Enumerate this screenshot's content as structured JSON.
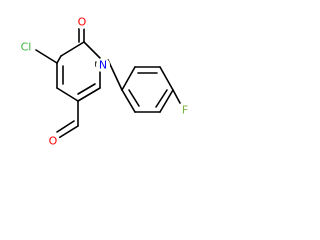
{
  "molecule": {
    "atoms": {
      "cl": {
        "symbol": "Cl",
        "color": "#3cb43c"
      },
      "o_ring": {
        "symbol": "O",
        "color": "#ff0000"
      },
      "n": {
        "symbol": "N",
        "color": "#0000ff"
      },
      "f": {
        "symbol": "F",
        "color": "#7cb342"
      },
      "o_ald": {
        "symbol": "O",
        "color": "#ff0000"
      }
    }
  }
}
